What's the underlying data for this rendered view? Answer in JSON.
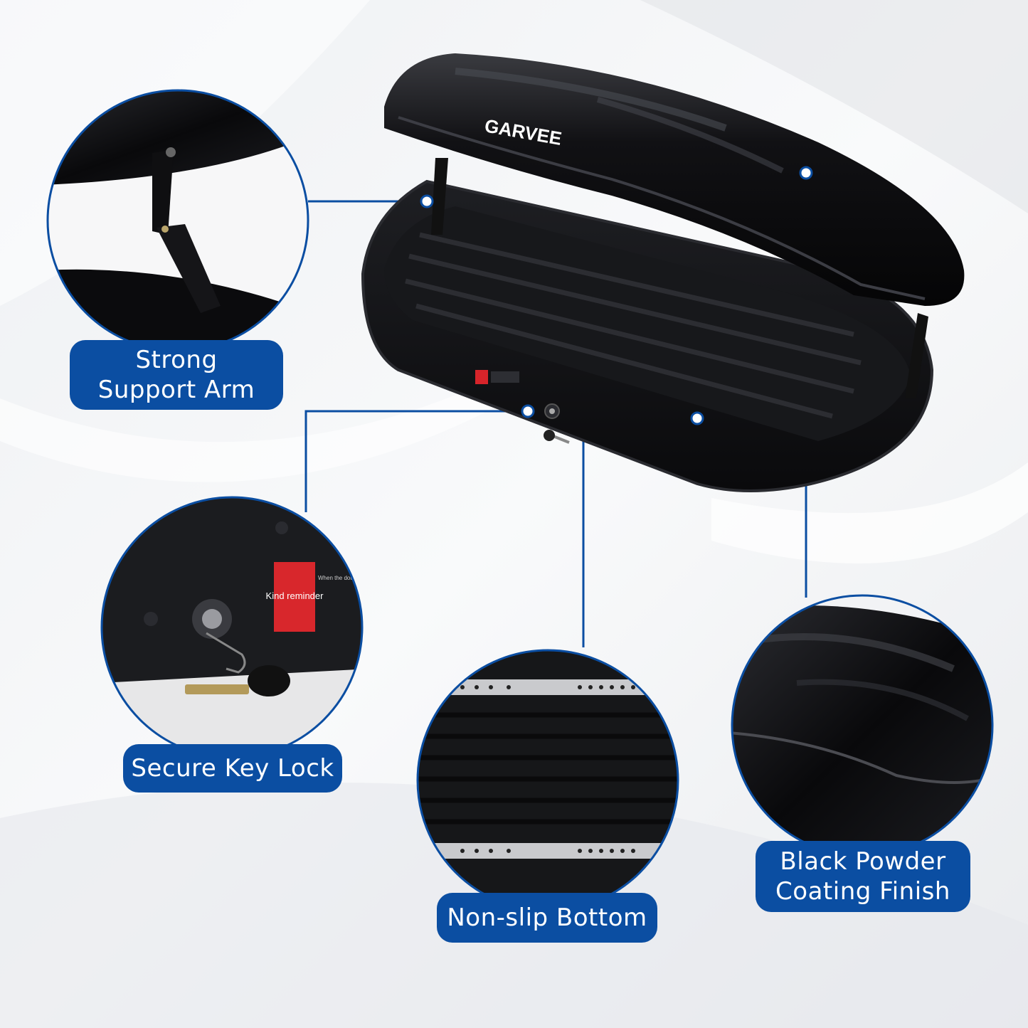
{
  "product": {
    "brand_label": "GARVEE",
    "warning_label": "Kind reminder",
    "warning_detail": "When the double road is unlocked on one side The other side must be in a locked state"
  },
  "features": [
    {
      "id": "support-arm",
      "label": "Strong\nSupport Arm"
    },
    {
      "id": "key-lock",
      "label": "Secure Key Lock"
    },
    {
      "id": "non-slip",
      "label": "Non-slip Bottom"
    },
    {
      "id": "powder-coating",
      "label": "Black Powder\nCoating Finish"
    }
  ],
  "colors": {
    "accent": "#0b4ea2",
    "line": "#0b4ea2",
    "box_black": "#0c0c0e",
    "background": "#f4f5f7"
  }
}
